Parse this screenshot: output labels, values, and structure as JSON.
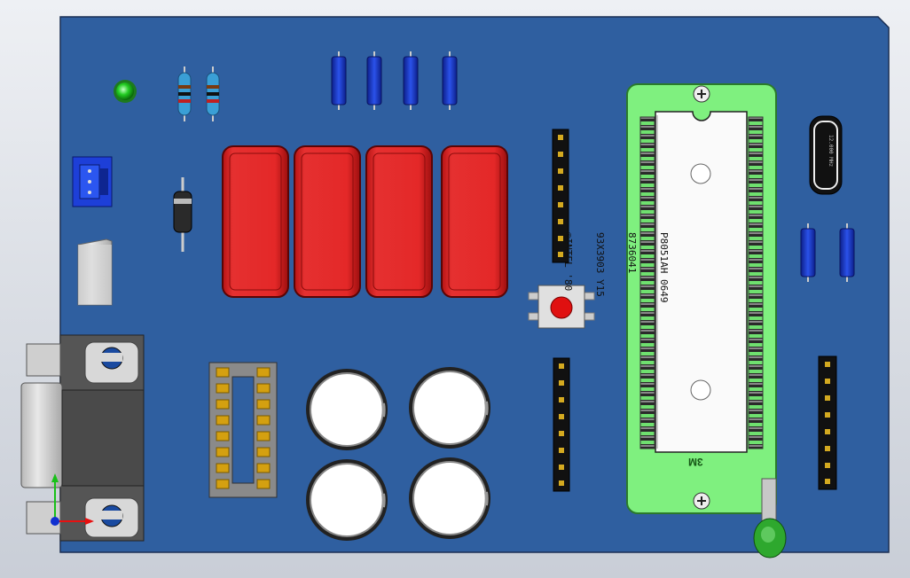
{
  "viewport": {
    "title": ""
  },
  "microcontroller": {
    "label_lines": [
      "P8051AH  0649",
      "8736041",
      "93X3903  Y15",
      "©INTEL '80"
    ]
  },
  "zif_socket": {
    "brand": "3M"
  },
  "crystal": {
    "marking": "12.000 MHz"
  },
  "triad": {
    "x_color": "#e81010",
    "y_color": "#18c018",
    "z_color": "#1030d0"
  },
  "colors": {
    "board": "#2f5fa0",
    "socket": "#7ff07f",
    "capacitor": "#e32424",
    "resistor": "#1f3fd0",
    "led": "#22cc22"
  }
}
